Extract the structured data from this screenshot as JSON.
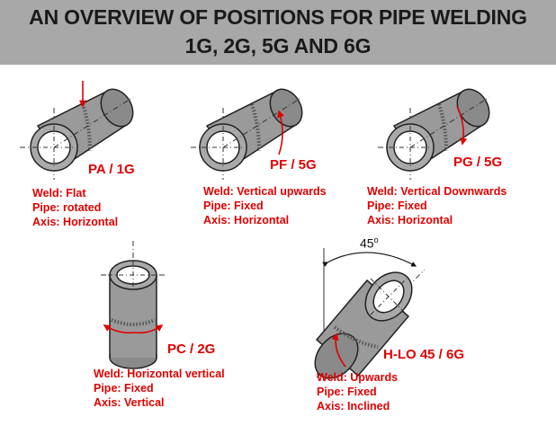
{
  "header": {
    "title_line1": "AN OVERVIEW OF POSITIONS FOR PIPE WELDING",
    "title_line2": "1G, 2G, 5G AND 6G"
  },
  "positions": [
    {
      "label": "PA / 1G",
      "weld": "Weld: Flat",
      "pipe": "Pipe: rotated",
      "axis": "Axis: Horizontal"
    },
    {
      "label": "PF / 5G",
      "weld": "Weld: Vertical upwards",
      "pipe": "Pipe: Fixed",
      "axis": "Axis: Horizontal"
    },
    {
      "label": "PG / 5G",
      "weld": "Weld: Vertical Downwards",
      "pipe": "Pipe: Fixed",
      "axis": "Axis: Horizontal"
    },
    {
      "label": "PC / 2G",
      "weld": "Weld: Horizontal vertical",
      "pipe": "Pipe: Fixed",
      "axis": "Axis: Vertical"
    },
    {
      "label": "H-LO 45 / 6G",
      "weld": "Weld: Upwards",
      "pipe": "Pipe: Fixed",
      "axis": "Axis: Inclined"
    }
  ],
  "angle": {
    "value": "45",
    "unit": "o"
  },
  "colors": {
    "header_bg": "#a8a8a8",
    "label_red": "#e00000",
    "pipe_gray": "#9a9a9a",
    "arrow_red": "#e00000"
  }
}
